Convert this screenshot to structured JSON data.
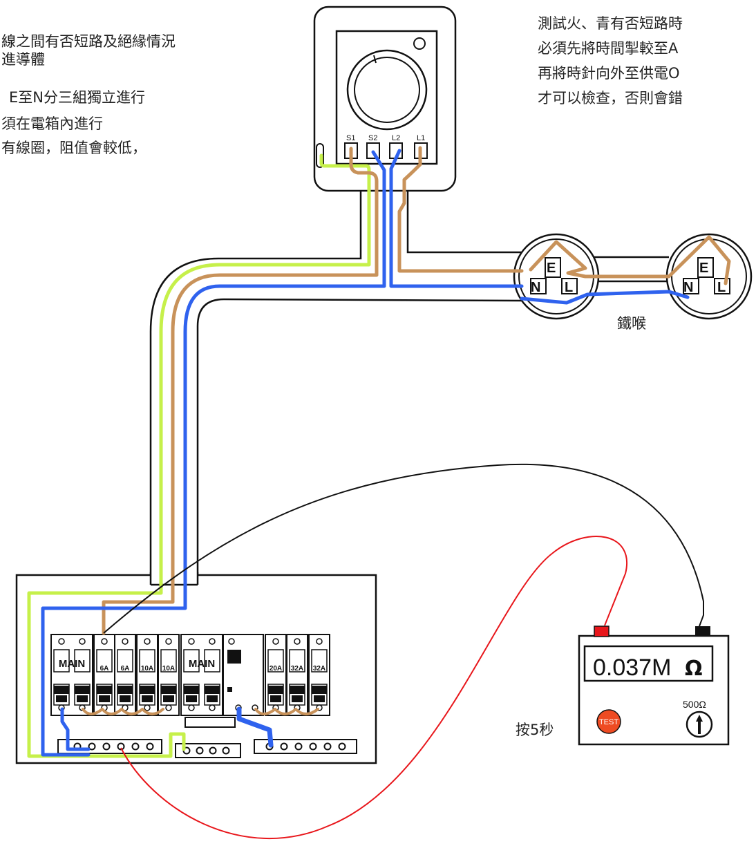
{
  "notes_left": [
    "線之間有否短路及絕緣情況",
    "進導體",
    "、E至N分三組獨立進行",
    "須在電箱內進行",
    "有線圈，阻值會較低，"
  ],
  "notes_right": [
    "測試火、青有否短路時",
    "必須先將時間掣較至A",
    "再將時針向外至供電O",
    "才可以檢查，否則會錯"
  ],
  "timer_terminals": [
    "S1",
    "S2",
    "L2",
    "L1"
  ],
  "socket_labels": {
    "earth": "E",
    "neutral": "N",
    "live": "L"
  },
  "conduit_label": "鐵喉",
  "breakers": [
    "MAIN",
    "6A",
    "6A",
    "10A",
    "10A",
    "MAIN",
    "",
    "20A",
    "32A",
    "32A"
  ],
  "meter": {
    "reading": "0.037M",
    "unit": "Ω",
    "test_label": "TEST",
    "range_label": "500Ω",
    "instruction": "按5秒"
  },
  "colors": {
    "earth": "#c6f04a",
    "live": "#c8925a",
    "neutral": "#2f62ee",
    "test_lead_red": "#e8161b",
    "test_lead_black": "#111111",
    "test_button": "#ee4b22"
  }
}
